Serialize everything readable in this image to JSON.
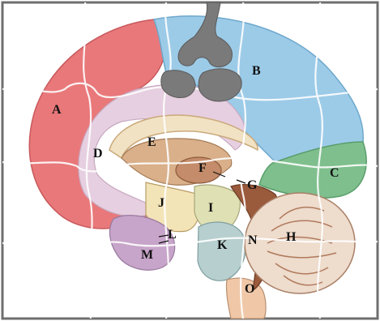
{
  "puzzle": {
    "region_labels": [
      "A",
      "B",
      "C",
      "D",
      "E",
      "F",
      "G",
      "H",
      "I",
      "J",
      "K",
      "L",
      "M",
      "N",
      "O"
    ],
    "missing_pieces": 2,
    "colors": {
      "background": "#ffffff",
      "frame": "#6e6e6e",
      "missing_piece": "#7a7a7a",
      "frontal_lobe": "#e9787a",
      "parietal_lobe": "#9ccbe8",
      "occipital_lobe": "#7fbf8e",
      "limbic_cortex": "#e6cfe0",
      "corpus_callosum": "#f1e2c4",
      "thalamus": "#c99b77",
      "cerebellum": "#eedccd",
      "brainstem": "#f0c8a8",
      "pons": "#b7cfcf",
      "hypothalamus": "#e5dcb0",
      "pituitary": "#c7a4c9",
      "midbrain": "#9a5a3c"
    }
  }
}
